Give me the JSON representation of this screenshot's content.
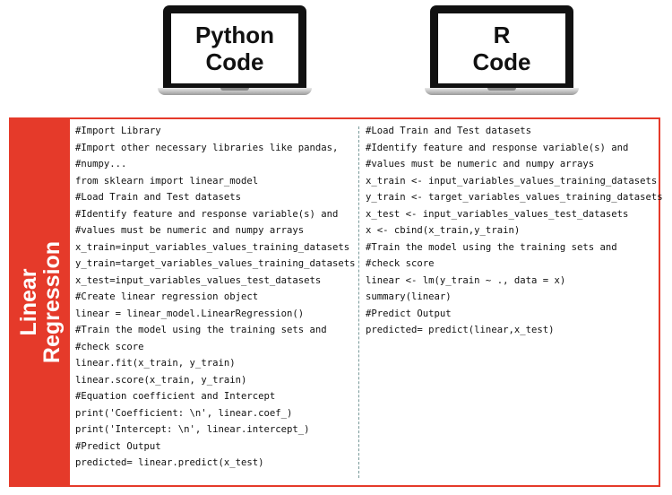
{
  "header": {
    "python_laptop": {
      "line1": "Python",
      "line2": "Code"
    },
    "r_laptop": {
      "line1": "R",
      "line2": "Code"
    }
  },
  "sidebar": {
    "line1": "Linear",
    "line2": "Regression"
  },
  "python_code": [
    "#Import Library",
    "#Import other necessary libraries like pandas,",
    "#numpy...",
    "from sklearn import linear_model",
    "#Load Train and Test datasets",
    "#Identify feature and response variable(s) and",
    "#values must be numeric and numpy arrays",
    "x_train=input_variables_values_training_datasets",
    "y_train=target_variables_values_training_datasets",
    "x_test=input_variables_values_test_datasets",
    "#Create linear regression object",
    "linear = linear_model.LinearRegression()",
    "#Train the model using the training sets and",
    "#check score",
    "linear.fit(x_train, y_train)",
    "linear.score(x_train, y_train)",
    "#Equation coefficient and Intercept",
    "print('Coefficient: \\n', linear.coef_)",
    "print('Intercept: \\n', linear.intercept_)",
    "#Predict Output",
    "predicted= linear.predict(x_test)"
  ],
  "r_code": [
    "#Load Train and Test datasets",
    "#Identify feature and response variable(s) and",
    "#values must be numeric and numpy arrays",
    "x_train <- input_variables_values_training_datasets",
    "y_train <- target_variables_values_training_datasets",
    "x_test <- input_variables_values_test_datasets",
    "x <- cbind(x_train,y_train)",
    "#Train the model using the training sets and",
    "#check score",
    "linear <- lm(y_train ~ ., data = x)",
    "summary(linear)",
    "#Predict Output",
    "predicted= predict(linear,x_test)"
  ]
}
